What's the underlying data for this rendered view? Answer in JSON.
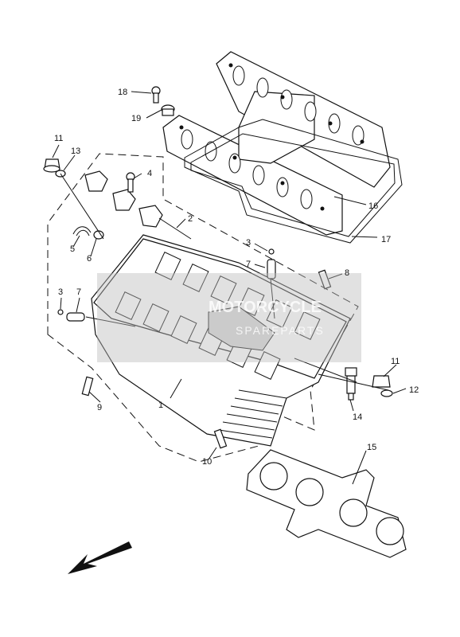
{
  "callouts": [
    {
      "id": "c1",
      "text": "1"
    },
    {
      "id": "c2",
      "text": "2"
    },
    {
      "id": "c3a",
      "text": "3"
    },
    {
      "id": "c3b",
      "text": "3"
    },
    {
      "id": "c4",
      "text": "4"
    },
    {
      "id": "c5",
      "text": "5"
    },
    {
      "id": "c6",
      "text": "6"
    },
    {
      "id": "c7a",
      "text": "7"
    },
    {
      "id": "c7b",
      "text": "7"
    },
    {
      "id": "c8",
      "text": "8"
    },
    {
      "id": "c9",
      "text": "9"
    },
    {
      "id": "c10",
      "text": "10"
    },
    {
      "id": "c11a",
      "text": "11"
    },
    {
      "id": "c11b",
      "text": "11"
    },
    {
      "id": "c12",
      "text": "12"
    },
    {
      "id": "c13",
      "text": "13"
    },
    {
      "id": "c14",
      "text": "14"
    },
    {
      "id": "c15",
      "text": "15"
    },
    {
      "id": "c16",
      "text": "16"
    },
    {
      "id": "c17",
      "text": "17"
    },
    {
      "id": "c18",
      "text": "18"
    },
    {
      "id": "c19",
      "text": "19"
    }
  ],
  "watermark": {
    "line1": "MOTORCYCLE",
    "line2": "SPAREPARTS"
  }
}
